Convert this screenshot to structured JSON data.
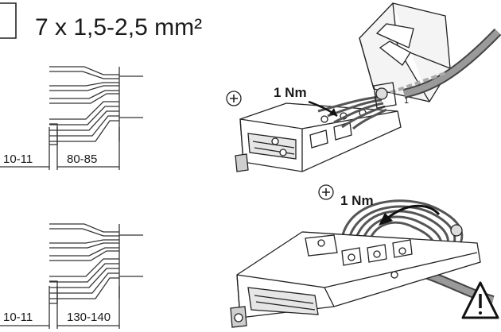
{
  "spec": {
    "wire_spec": "7 x 1,5-2,5 mm²"
  },
  "strip_diagram_top": {
    "strip_length": "10-11",
    "cut_length": "80-85"
  },
  "strip_diagram_bottom": {
    "strip_length": "10-11",
    "cut_length": "130-140"
  },
  "step_open": {
    "torque": "1 Nm",
    "wire_label": "1"
  },
  "step_close": {
    "torque": "1 Nm"
  },
  "icons": [
    "screwdriver-icon",
    "warning-icon"
  ]
}
